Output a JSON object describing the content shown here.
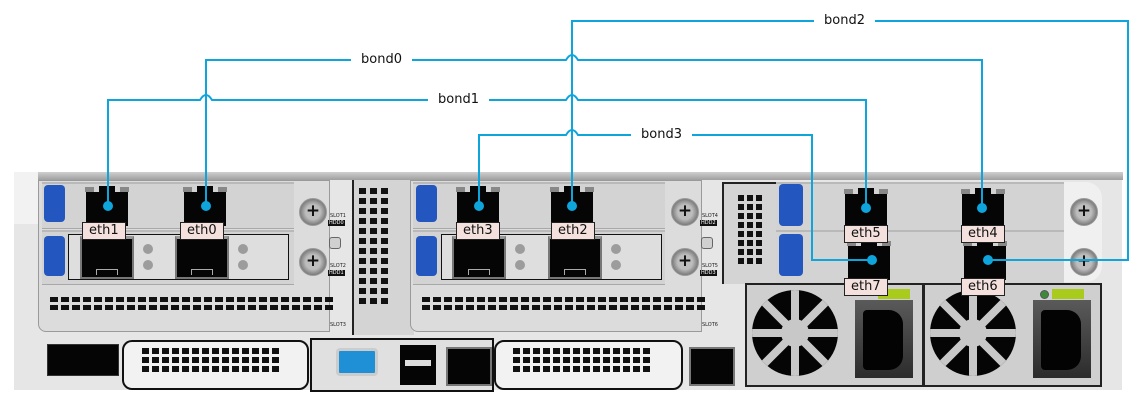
{
  "diagram": {
    "title": "Server rear panel NIC bonding",
    "wire_color": "#0ea5dd",
    "label_fill": "#f4e1dd",
    "blue_tab_color": "#2456c0",
    "psu_lever_color": "#a9cc1c"
  },
  "bonds": [
    {
      "name": "bond0",
      "members": [
        "eth0",
        "eth4"
      ]
    },
    {
      "name": "bond1",
      "members": [
        "eth1",
        "eth5"
      ]
    },
    {
      "name": "bond2",
      "members": [
        "eth2",
        "eth6"
      ]
    },
    {
      "name": "bond3",
      "members": [
        "eth3",
        "eth7"
      ]
    }
  ],
  "ports": {
    "eth0": {
      "label": "eth0",
      "bond": "bond0"
    },
    "eth1": {
      "label": "eth1",
      "bond": "bond1"
    },
    "eth2": {
      "label": "eth2",
      "bond": "bond2"
    },
    "eth3": {
      "label": "eth3",
      "bond": "bond3"
    },
    "eth4": {
      "label": "eth4",
      "bond": "bond0"
    },
    "eth5": {
      "label": "eth5",
      "bond": "bond1"
    },
    "eth6": {
      "label": "eth6",
      "bond": "bond2"
    },
    "eth7": {
      "label": "eth7",
      "bond": "bond3"
    }
  },
  "slots": {
    "slot1": "SLOT1",
    "slot2": "SLOT2",
    "slot3": "SLOT3",
    "slot4": "SLOT4",
    "slot5": "SLOT5",
    "slot6": "SLOT6",
    "hdd0": "HDD0",
    "hdd1": "HDD1",
    "hdd2": "HDD2",
    "hdd3": "HDD3"
  }
}
